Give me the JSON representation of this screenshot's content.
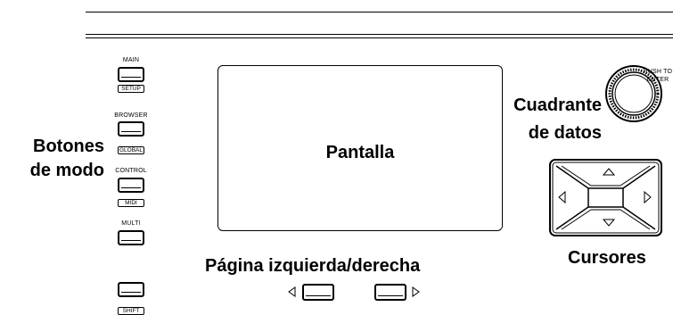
{
  "mode_buttons": [
    {
      "top_label": "MAIN",
      "sub_label": "SETUP"
    },
    {
      "top_label": "BROWSER",
      "sub_label": "GLOBAL"
    },
    {
      "top_label": "CONTROL",
      "sub_label": "MIDI"
    },
    {
      "top_label": "MULTI",
      "sub_label": ""
    }
  ],
  "shift_button": {
    "label": "SHIFT"
  },
  "labels": {
    "mode_line1": "Botones",
    "mode_line2": "de modo",
    "display": "Pantalla",
    "dial_line1": "Cuadrante",
    "dial_line2": "de datos",
    "push_line1": "PUSH TO",
    "push_line2": "ENTER",
    "page": "Página izquierda/derecha",
    "cursors": "Cursores"
  },
  "icons": {
    "page_left": "left-triangle-icon",
    "page_right": "right-triangle-icon",
    "cursor_up": "up-triangle-icon",
    "cursor_down": "down-triangle-icon",
    "cursor_left": "left-triangle-icon",
    "cursor_right": "right-triangle-icon"
  }
}
